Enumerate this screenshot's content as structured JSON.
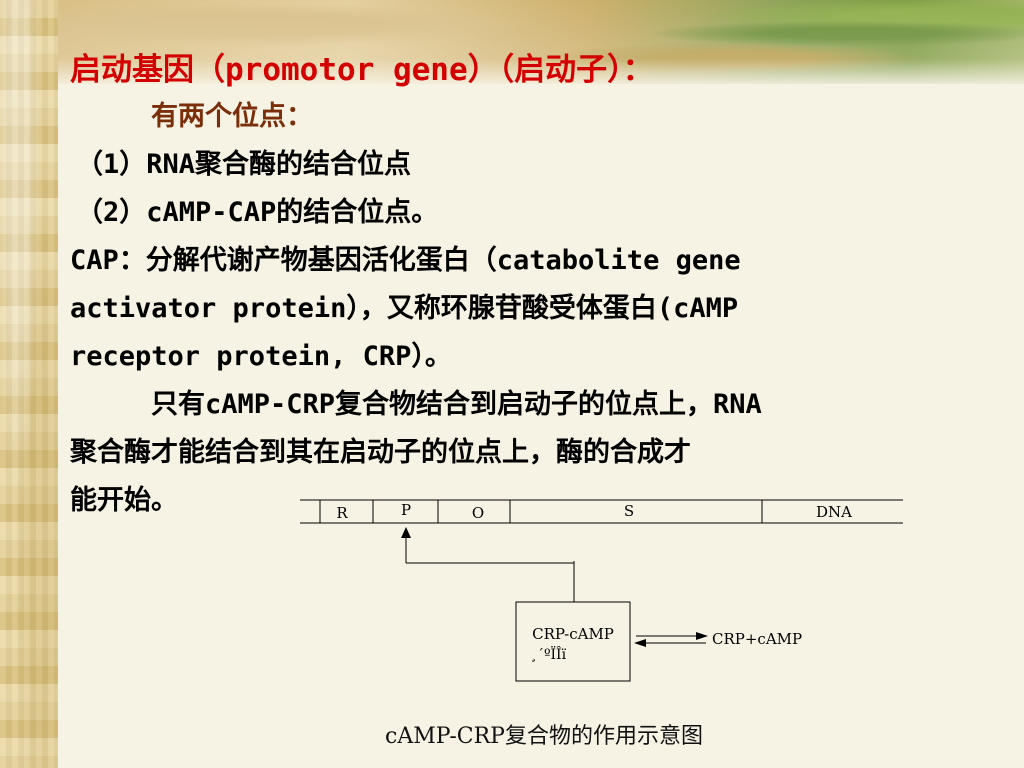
{
  "slide": {
    "title": "启动基因（promotor gene）（启动子）：",
    "intro": "有两个位点：",
    "sites": [
      "（1）RNA聚合酶的结合位点",
      "（2）cAMP-CAP的结合位点。"
    ],
    "cap_definition_lines": [
      "CAP：分解代谢产物基因活化蛋白（catabolite gene",
      "activator protein），又称环腺苷酸受体蛋白(cAMP",
      "receptor protein, CRP）。"
    ],
    "explanation_lines": [
      "只有cAMP-CRP复合物结合到启动子的位点上，RNA",
      "聚合酶才能结合到其在启动子的位点上，酶的合成才",
      "能开始。"
    ]
  },
  "diagram": {
    "segments": [
      "R",
      "P",
      "O",
      "S",
      "DNA"
    ],
    "complex_label": "CRP-cAMP",
    "complex_sublabel": "¸´ºÏÎï",
    "product_label": "CRP+cAMP",
    "caption": "cAMP-CRP复合物的作用示意图"
  },
  "colors": {
    "title": "#d40000",
    "intro": "#7a2f0a",
    "body": "#000000"
  }
}
